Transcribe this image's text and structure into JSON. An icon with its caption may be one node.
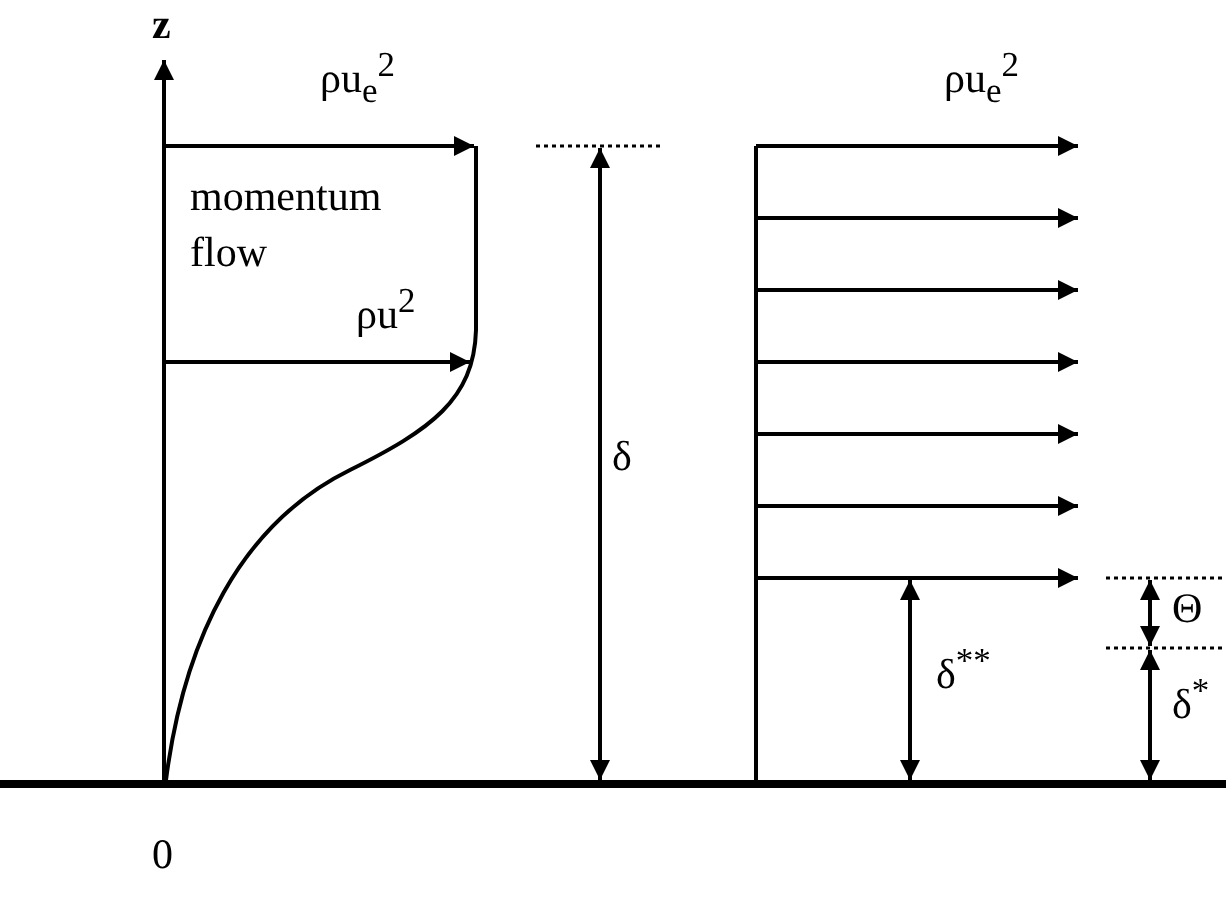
{
  "diagram": {
    "labels": [
      "z",
      "ρu$_{e}$$^{2}$",
      "momentum flow",
      "ρu$^{2}$",
      "δ",
      "ρu$_{e}$$^{2}$",
      "Θ",
      "δ$^{**}$",
      "δ$^{*}$",
      "0"
    ]
  }
}
